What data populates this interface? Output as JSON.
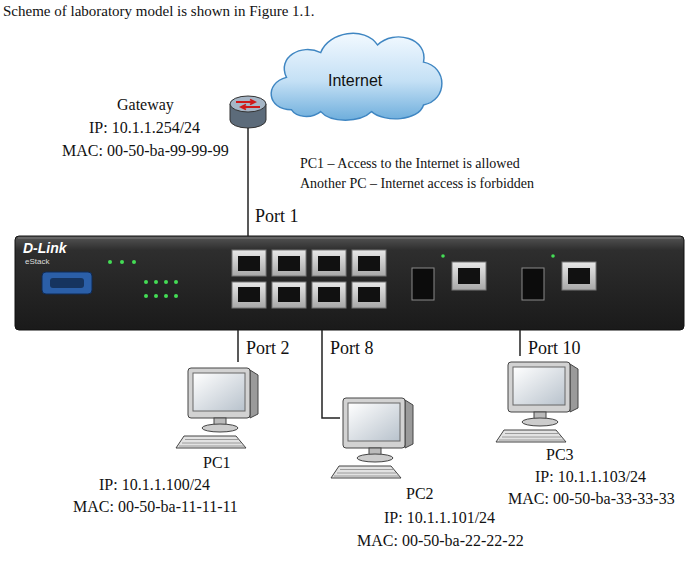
{
  "diagram": {
    "nodes": [
      {
        "text": [
          "Internet"
        ]
      },
      {
        "text": [
          "Gateway",
          "IP: 10.1.1.254/24",
          "MAC: 00-50-ba-99-99-99"
        ]
      },
      {
        "text": [
          "D-Link",
          "eStack"
        ]
      },
      {
        "text": [
          "PC1",
          "IP: 10.1.1.100/24",
          "MAC: 00-50-ba-11-11-11"
        ]
      },
      {
        "text": [
          "PC2",
          "IP: 10.1.1.101/24",
          "MAC: 00-50-ba-22-22-22"
        ]
      },
      {
        "text": [
          "PC3",
          "IP: 10.1.1.103/24",
          "MAC: 00-50-ba-33-33-33"
        ]
      }
    ],
    "edges": [
      {
        "from": 1,
        "to": 2,
        "arrow": "none",
        "label": "Port 1"
      },
      {
        "from": 2,
        "to": 3,
        "arrow": "none",
        "label": "Port 2"
      },
      {
        "from": 2,
        "to": 4,
        "arrow": "none",
        "label": "Port 8"
      },
      {
        "from": 2,
        "to": 5,
        "arrow": "none",
        "label": "Port 10"
      }
    ],
    "labels": [
      "Scheme of laboratory model is shown in Figure 1.1.",
      "PC1 – Access to the Internet is allowed",
      "Another PC – Internet access is forbidden"
    ]
  }
}
